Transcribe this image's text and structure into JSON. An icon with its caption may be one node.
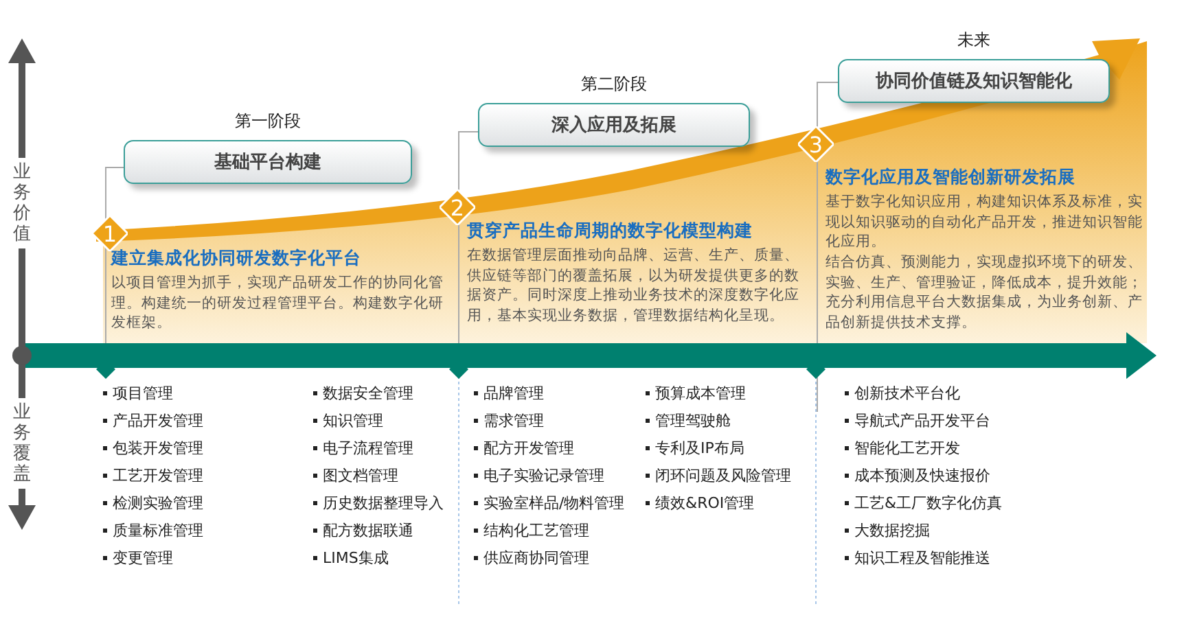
{
  "diagram": {
    "nodes": [
      {
        "text": [
          "第一阶段",
          "基础平台构建"
        ]
      },
      {
        "text": [
          "第二阶段",
          "深入应用及拓展"
        ]
      },
      {
        "text": [
          "未来",
          "协同价值链及知识智能化"
        ]
      },
      {
        "text": [
          "1"
        ]
      },
      {
        "text": [
          "2"
        ]
      },
      {
        "text": [
          "3"
        ]
      },
      {
        "text": [
          "建立集成化协同研发数字化平台",
          "以项目管理为抓手，实现产品研发工作的协同化管理。构建统一的研发过程管理平台。构建数字化研发框架。"
        ]
      },
      {
        "text": [
          "贯穿产品生命周期的数字化模型构建",
          "在数据管理层面推动向品牌、运营、生产、质量、供应链等部门的覆盖拓展，以为研发提供更多的数据资产。同时深度上推动业务技术的深度数字化应用，基本实现业务数据，管理数据结构化呈现。"
        ]
      },
      {
        "text": [
          "数字化应用及智能创新研发拓展",
          "基于数字化知识应用，构建知识体系及标准，实现以知识驱动的自动化产品开发，推进知识智能化应用。",
          "结合仿真、预测能力，实现虚拟环境下的研发、实验、生产、管理验证，降低成本，提升效能；充分利用信息平台大数据集成，为业务创新、产品创新提供技术支撑。"
        ]
      }
    ],
    "labels": [
      "业务价值",
      "业务覆盖",
      "项目管理",
      "产品开发管理",
      "包装开发管理",
      "工艺开发管理",
      "检测实验管理",
      "质量标准管理",
      "变更管理",
      "数据安全管理",
      "知识管理",
      "电子流程管理",
      "图文档管理",
      "历史数据整理导入",
      "配方数据联通",
      "LIMS集成",
      "品牌管理",
      "需求管理",
      "配方开发管理",
      "电子实验记录管理",
      "实验室样品/物料管理",
      "结构化工艺管理",
      "供应商协同管理",
      "预算成本管理",
      "管理驾驶舱",
      "专利及IP布局",
      "闭环问题及风险管理",
      "绩效&ROI管理",
      "创新技术平台化",
      "导航式产品开发平台",
      "智能化工艺开发",
      "成本预测及快速报价",
      "工艺&工厂数字化仿真",
      "大数据挖掘",
      "知识工程及智能推送"
    ]
  }
}
